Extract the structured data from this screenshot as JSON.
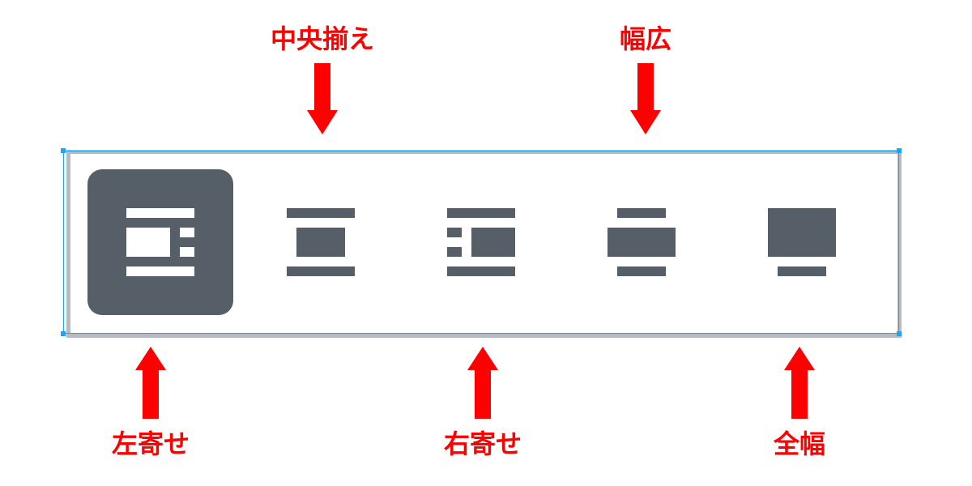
{
  "labels": {
    "center": "中央揃え",
    "wide": "幅広",
    "left": "左寄せ",
    "right": "右寄せ",
    "full": "全幅"
  },
  "toolbar": {
    "selected": "left",
    "options": [
      "left",
      "center",
      "right",
      "wide",
      "full"
    ]
  },
  "colors": {
    "icon": "#565e68",
    "annotation": "#ff0000",
    "selection": "#1aa3ff",
    "border": "#b5bbc0"
  }
}
